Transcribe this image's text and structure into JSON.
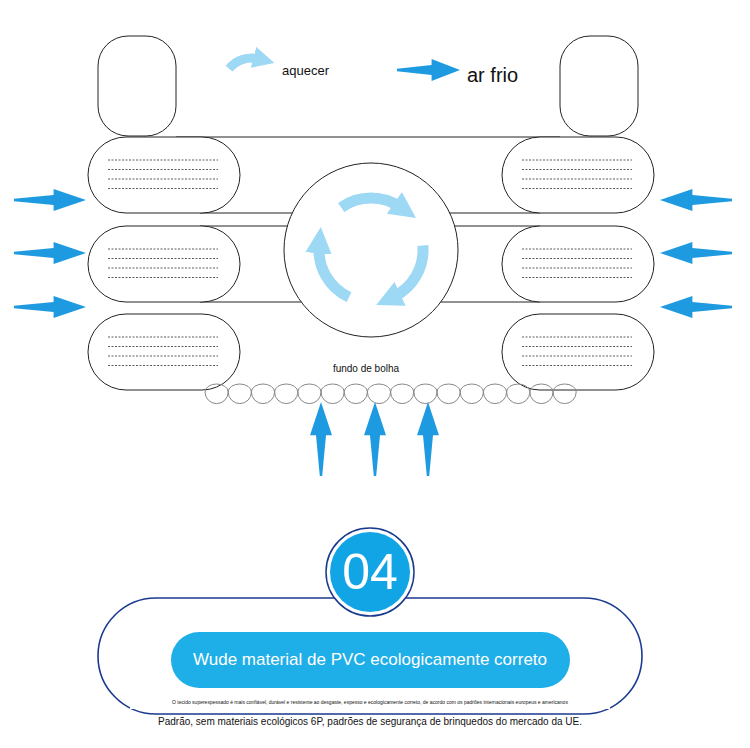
{
  "diagram": {
    "nodes": [
      {
        "text": [
          "04"
        ]
      },
      {
        "text": [
          "Wude material de PVC ecologicamente correto"
        ]
      }
    ],
    "labels": [
      "fundo de bolha",
      "O tecido superespessado é mais confiável, durável e resistente ao desgaste, espesso e ecologicamente correto, de acordo com os padrões internacionais europeus e americanos",
      "Padrão, sem materiais ecológicos 6P, padrões de segurança de brinquedos do mercado da UE."
    ],
    "legend": [
      {
        "text": "aquecer"
      },
      {
        "text": "ar frio"
      }
    ]
  }
}
